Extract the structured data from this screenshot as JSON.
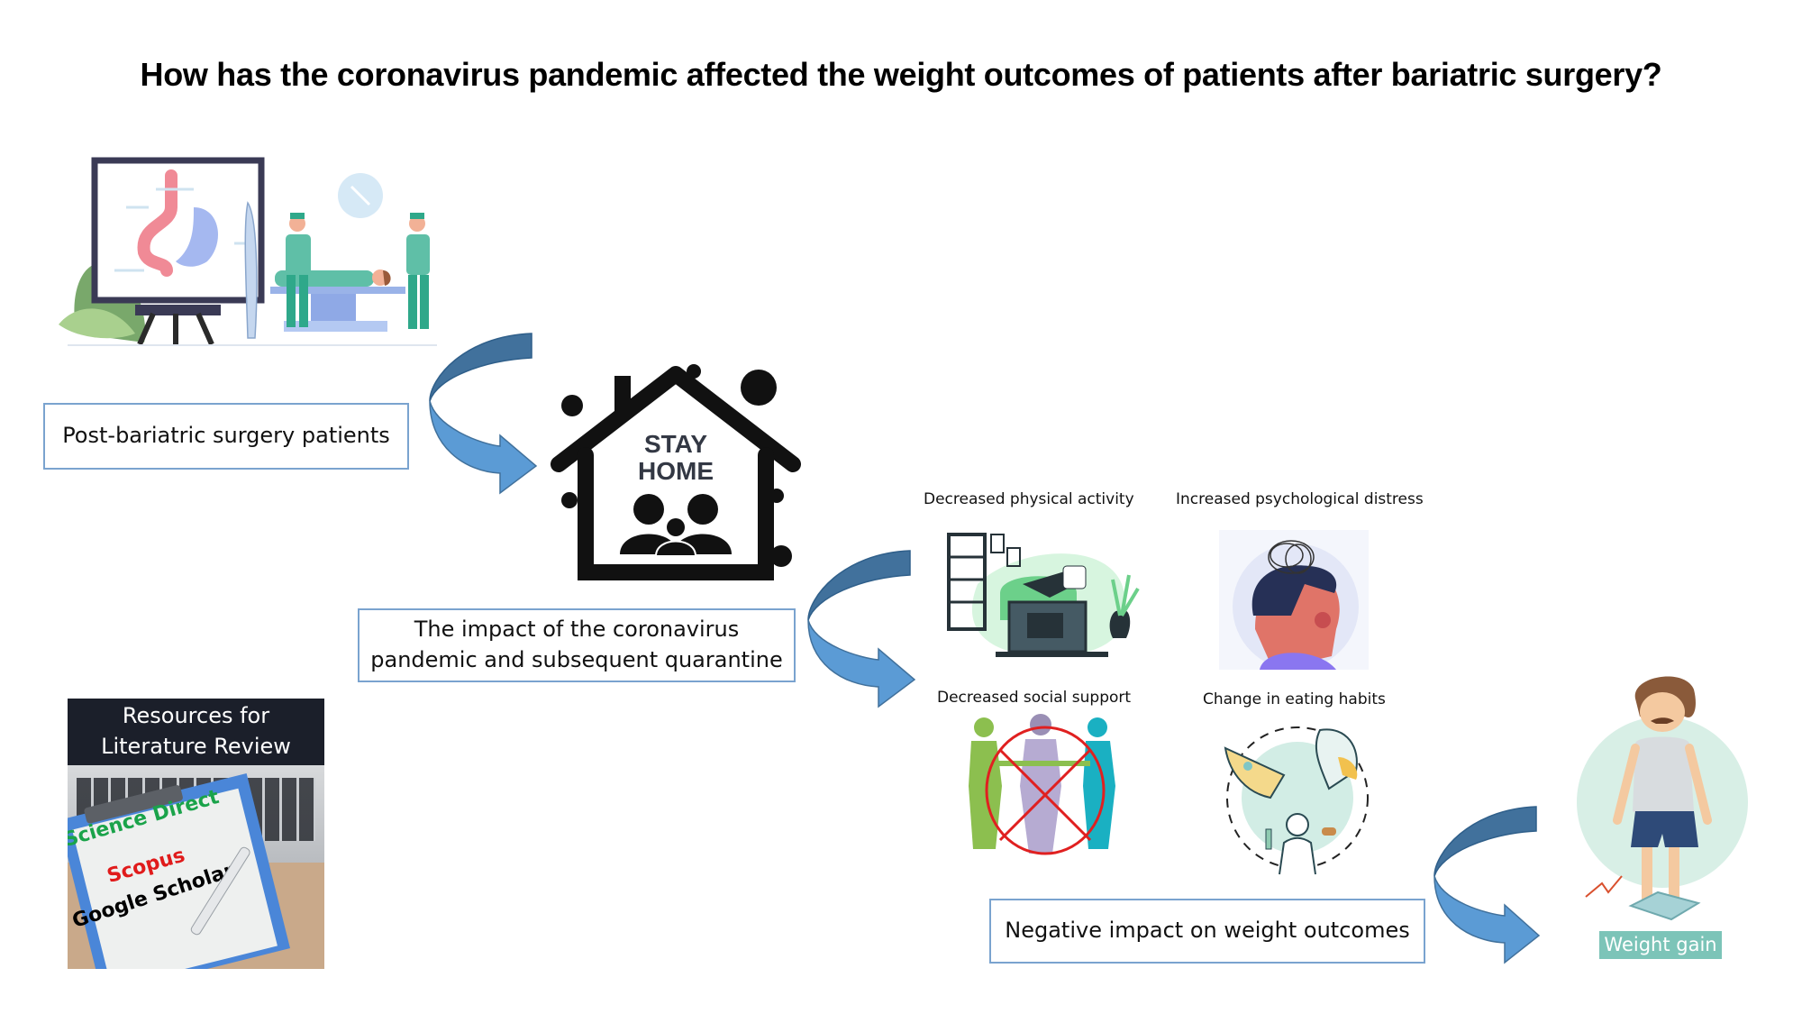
{
  "title": "How has the coronavirus pandemic affected the weight outcomes of patients after bariatric surgery?",
  "flow": {
    "step1": {
      "label": "Post-bariatric surgery patients",
      "illustration": "bariatric-surgery-illustration"
    },
    "step2": {
      "label_line1": "The impact of the coronavirus",
      "label_line2": "pandemic and subsequent quarantine",
      "illustration": "stay-home-house-icon",
      "sign_line1": "STAY",
      "sign_line2": "HOME"
    },
    "factors": [
      {
        "label": "Decreased physical activity",
        "illustration": "couch-tv-illustration"
      },
      {
        "label": "Increased psychological distress",
        "illustration": "stressed-head-illustration"
      },
      {
        "label": "Decreased social support",
        "illustration": "crossed-out-group-illustration"
      },
      {
        "label": "Change in eating habits",
        "illustration": "junk-food-illustration"
      }
    ],
    "step3": {
      "label": "Negative impact on weight outcomes"
    },
    "outcome": {
      "label": "Weight gain",
      "illustration": "man-on-scale-illustration"
    }
  },
  "resources": {
    "heading_line1": "Resources for",
    "heading_line2": "Literature Review",
    "sources": [
      {
        "name": "Science Direct",
        "color": "#1aa34a"
      },
      {
        "name": "Scopus",
        "color": "#e01b1b"
      },
      {
        "name": "Google Scholar",
        "color": "#000000"
      }
    ]
  },
  "colors": {
    "arrow_dark": "#41719c",
    "arrow_light": "#5b9bd5",
    "box_border": "#7aa3cf",
    "weight_gain_badge": "#7cc4b8"
  }
}
